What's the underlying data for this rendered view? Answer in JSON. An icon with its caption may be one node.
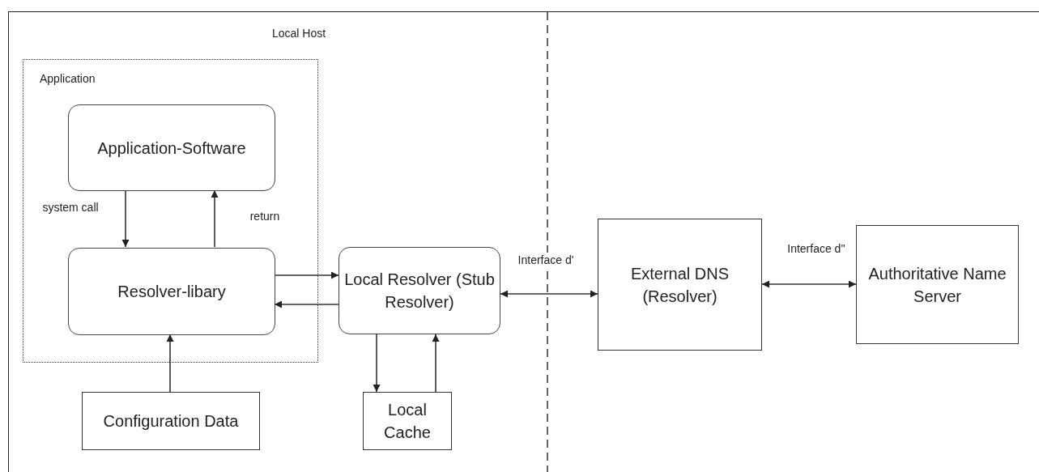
{
  "diagram": {
    "nodes": [
      {
        "text": [
          "Application"
        ]
      },
      {
        "text": [
          "Application-Software"
        ],
        "in": 0
      },
      {
        "text": [
          "Resolver-libary"
        ],
        "in": 0
      },
      {
        "text": [
          "Configuration Data"
        ]
      },
      {
        "text": [
          "Local Resolver (Stub Resolver)"
        ]
      },
      {
        "text": [
          "Local Cache"
        ]
      },
      {
        "text": [
          "External DNS (Resolver)"
        ]
      },
      {
        "text": [
          "Authoritative Name Server"
        ]
      }
    ],
    "edges": [
      {
        "from": 1,
        "to": 2,
        "arrow": "to",
        "label": "system call"
      },
      {
        "from": 2,
        "to": 1,
        "arrow": "to",
        "label": "return"
      },
      {
        "from": 2,
        "to": 4,
        "arrow": "to"
      },
      {
        "from": 4,
        "to": 2,
        "arrow": "to"
      },
      {
        "from": 3,
        "to": 2,
        "arrow": "to"
      },
      {
        "from": 4,
        "to": 5,
        "arrow": "to"
      },
      {
        "from": 5,
        "to": 4,
        "arrow": "to"
      },
      {
        "from": 4,
        "to": 6,
        "arrow": "both",
        "label": "Interface d'"
      },
      {
        "from": 6,
        "to": 7,
        "arrow": "both",
        "label": "Interface d''"
      }
    ],
    "labels": [
      "Local Host"
    ]
  }
}
